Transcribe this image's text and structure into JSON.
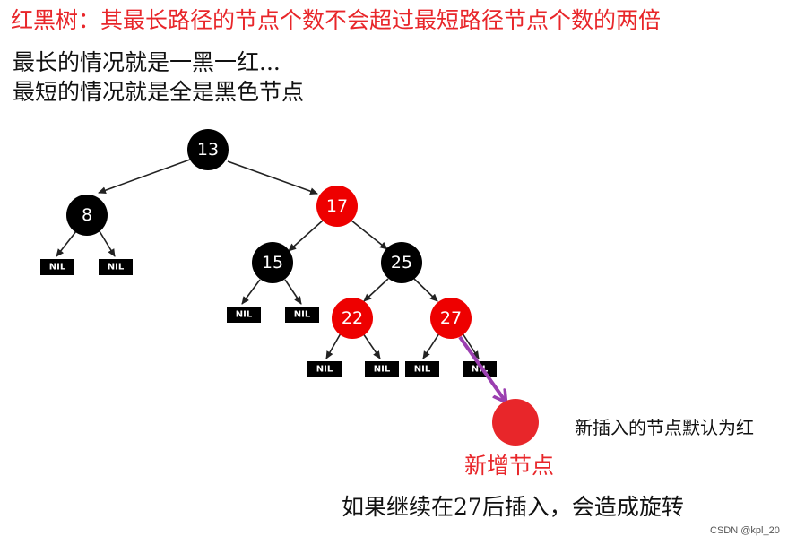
{
  "text": {
    "title": "红黑树：其最长路径的节点个数不会超过最短路径节点个数的两倍",
    "longest_case": "最长的情况就是一黑一红...",
    "shortest_case": "最短的情况就是全是黑色节点",
    "new_node_default_note": "新插入的节点默认为红",
    "new_node_label": "新增节点",
    "bottom_note": "如果继续在27后插入，会造成旋转",
    "watermark": "CSDN @kpl_20"
  },
  "colors": {
    "black_node": "#000000",
    "red_node": "#ee0000",
    "new_node": "#e8262a",
    "insert_arrow": "#9b3fb0",
    "edge": "#222222"
  },
  "tree": {
    "nodes": [
      {
        "id": "n13",
        "label": "13",
        "color": "black"
      },
      {
        "id": "n8",
        "label": "8",
        "color": "black"
      },
      {
        "id": "n17",
        "label": "17",
        "color": "red"
      },
      {
        "id": "n15",
        "label": "15",
        "color": "black"
      },
      {
        "id": "n25",
        "label": "25",
        "color": "black"
      },
      {
        "id": "n22",
        "label": "22",
        "color": "red"
      },
      {
        "id": "n27",
        "label": "27",
        "color": "red"
      }
    ],
    "nil_label": "NIL",
    "nil_count": 8,
    "new_node": {
      "label": "",
      "color": "red"
    }
  }
}
